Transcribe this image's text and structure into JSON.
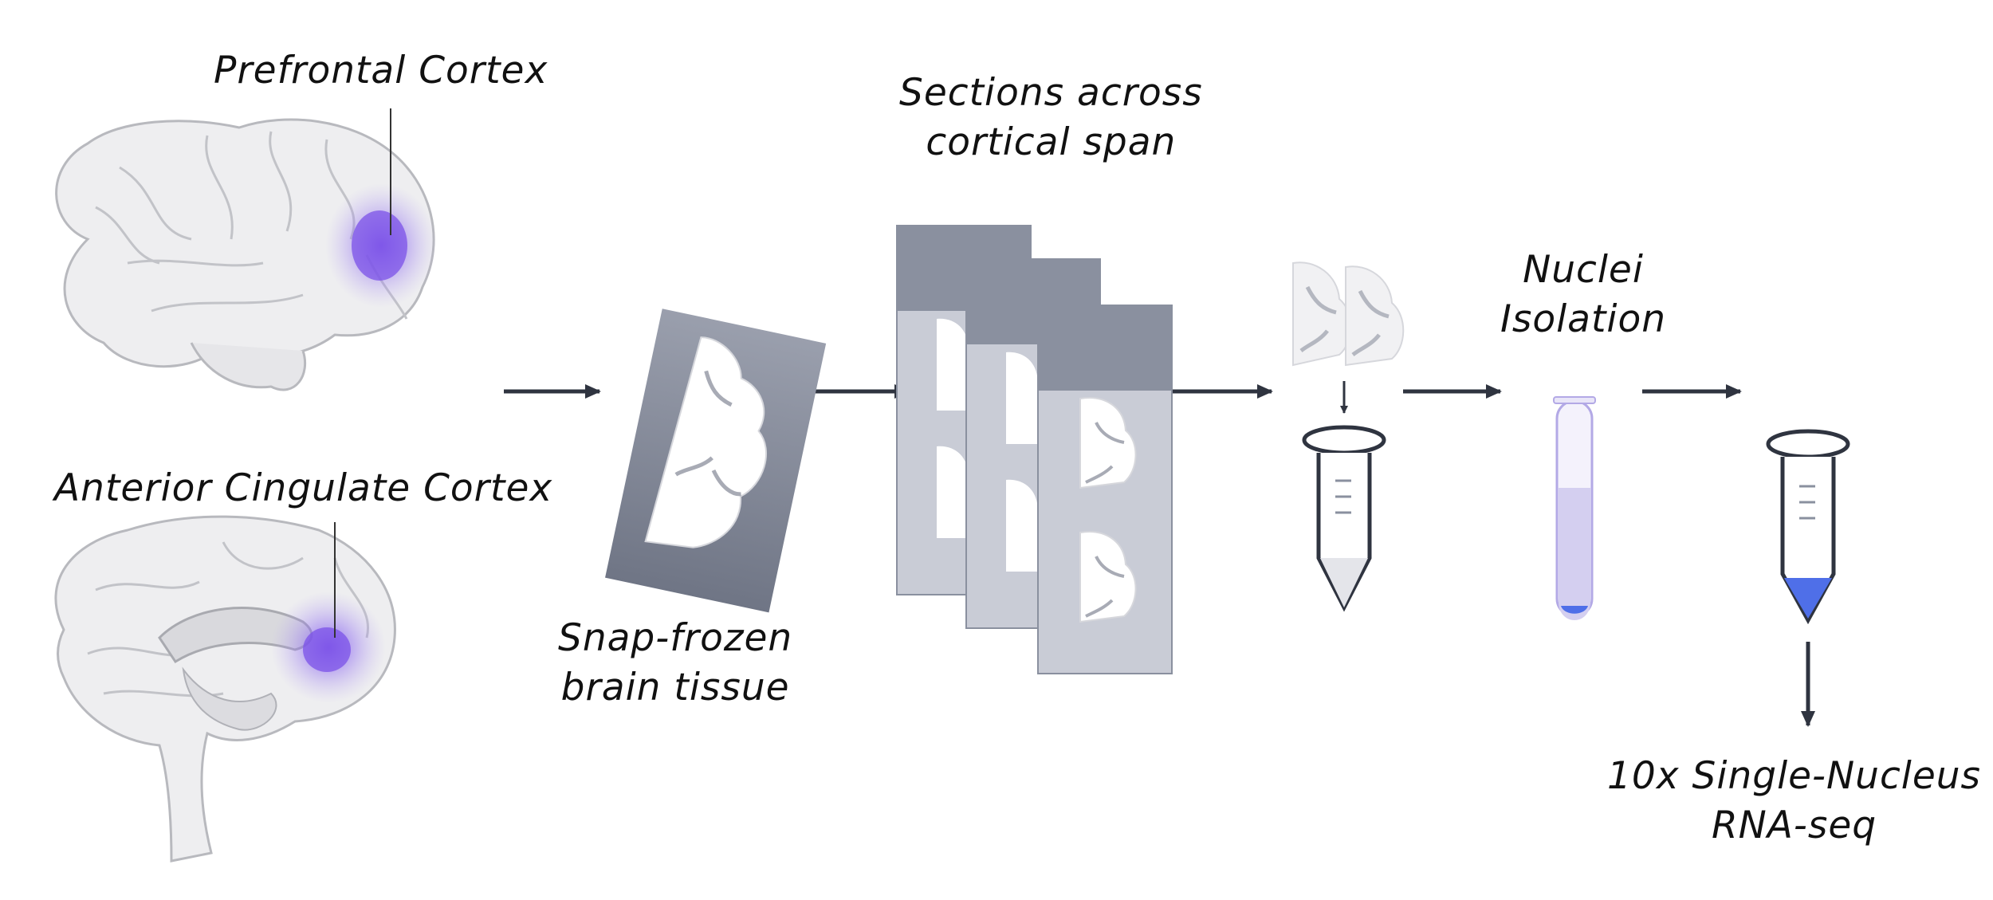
{
  "labels": {
    "prefrontal": "Prefrontal Cortex",
    "anterior_cingulate": "Anterior Cingulate Cortex",
    "snap_frozen": [
      "Snap-frozen",
      "brain tissue"
    ],
    "sections": [
      "Sections across",
      "cortical span"
    ],
    "nuclei": [
      "Nuclei",
      "Isolation"
    ],
    "snrnaseq": [
      "10x Single-Nucleus",
      "RNA-seq"
    ]
  },
  "colors": {
    "arrow": "#2f3440",
    "highlight": "#7b52e8",
    "slide_dark": "#8a909f",
    "slide_light": "#c9ccd6",
    "tube_pellet": "#4f6fe8",
    "tube_liquid": "#d4cff0"
  },
  "icons": [
    "brain-lateral-icon",
    "brain-medial-icon",
    "tissue-block-icon",
    "slide-stack-icon",
    "tube-icon",
    "test-tube-icon"
  ]
}
